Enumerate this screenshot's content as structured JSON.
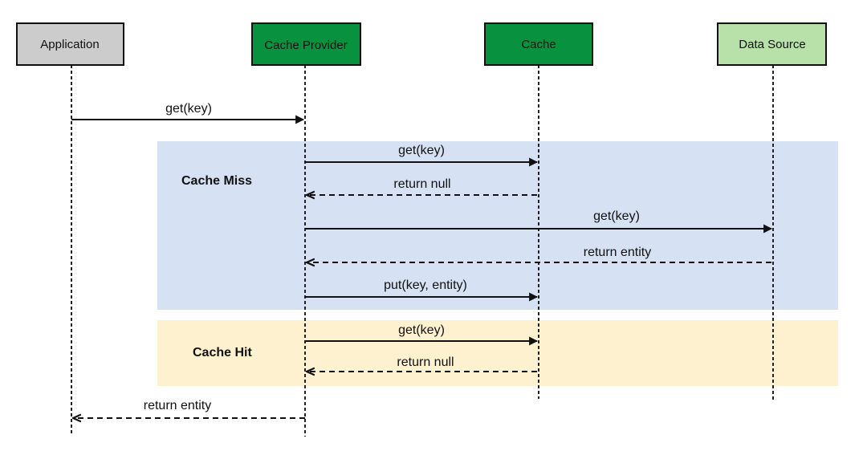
{
  "participants": [
    {
      "id": "application",
      "label": "Application",
      "fill": "#cccccc"
    },
    {
      "id": "cache-provider",
      "label": "Cache Provider",
      "fill": "#08913f"
    },
    {
      "id": "cache",
      "label": "Cache",
      "fill": "#08913f"
    },
    {
      "id": "data-source",
      "label": "Data Source",
      "fill": "#b7e1a8"
    }
  ],
  "regions": [
    {
      "id": "cache-miss",
      "label": "Cache Miss",
      "fill": "#d6e1f3"
    },
    {
      "id": "cache-hit",
      "label": "Cache Hit",
      "fill": "#fdf1cf"
    }
  ],
  "messages": [
    {
      "from": "application",
      "to": "cache-provider",
      "label": "get(key)",
      "style": "solid"
    },
    {
      "from": "cache-provider",
      "to": "cache",
      "label": "get(key)",
      "style": "solid"
    },
    {
      "from": "cache",
      "to": "cache-provider",
      "label": "return null",
      "style": "dashed"
    },
    {
      "from": "cache-provider",
      "to": "data-source",
      "label": "get(key)",
      "style": "solid"
    },
    {
      "from": "data-source",
      "to": "cache-provider",
      "label": "return entity",
      "style": "dashed"
    },
    {
      "from": "cache-provider",
      "to": "cache",
      "label": "put(key, entity)",
      "style": "solid"
    },
    {
      "from": "cache-provider",
      "to": "cache",
      "label": "get(key)",
      "style": "solid"
    },
    {
      "from": "cache",
      "to": "cache-provider",
      "label": "return null",
      "style": "dashed"
    },
    {
      "from": "cache-provider",
      "to": "application",
      "label": "return entity",
      "style": "dashed"
    }
  ]
}
